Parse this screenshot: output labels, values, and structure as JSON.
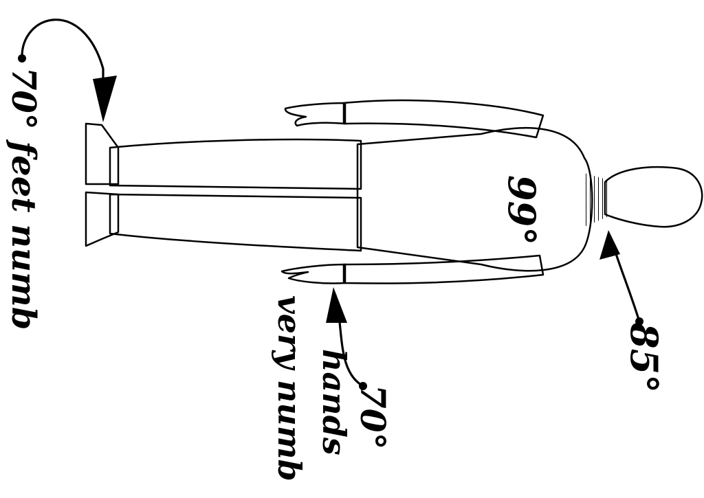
{
  "figure": {
    "core_temp": "99°",
    "head_temp": "85°",
    "hands_label": {
      "temp": "70°",
      "line1": "hands",
      "line2": "very numb"
    },
    "feet_label": "70° feet numb"
  },
  "colors": {
    "ink": "#000000",
    "paper": "#ffffff"
  }
}
